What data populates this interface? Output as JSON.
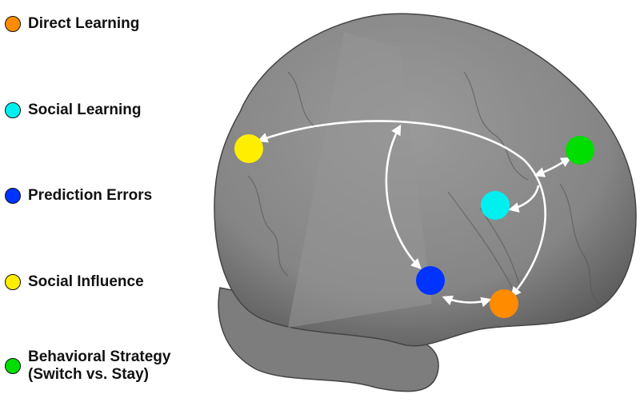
{
  "legend": [
    {
      "label": "Direct Learning",
      "color": "#ff8c00"
    },
    {
      "label": "Social Learning",
      "color": "#00f0f0"
    },
    {
      "label": "Prediction Errors",
      "color": "#0033ff"
    },
    {
      "label": "Social Influence",
      "color": "#ffee00"
    },
    {
      "label": "Behavioral Strategy\n(Switch vs. Stay)",
      "color": "#00dd00"
    }
  ],
  "colors": {
    "brain_fill": "#8a8a8a",
    "brain_shadow": "#5e5e5e",
    "arrow": "#ffffff"
  }
}
